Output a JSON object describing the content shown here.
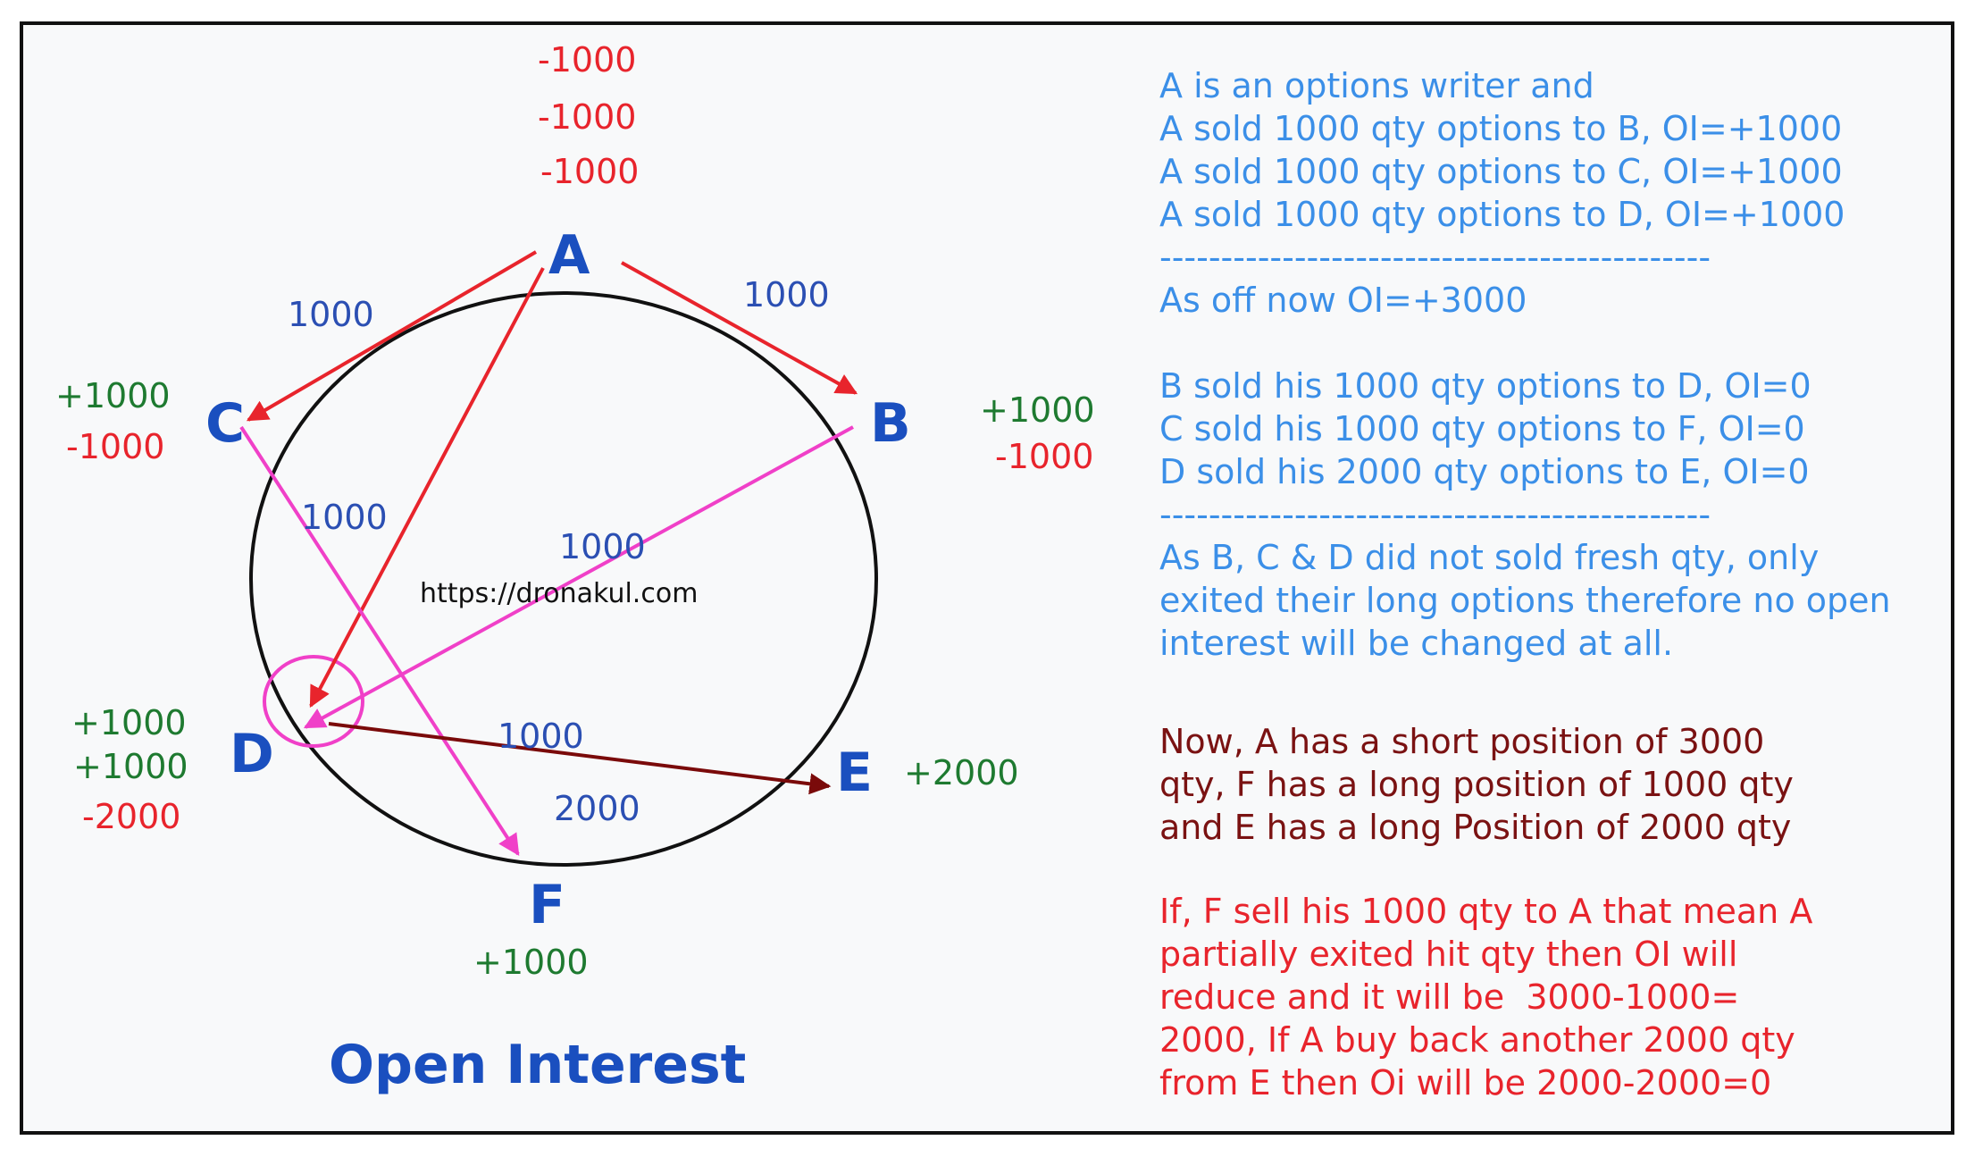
{
  "title": "Open Interest",
  "watermark": "https://dronakul.com",
  "nodes": {
    "A": "A",
    "B": "B",
    "C": "C",
    "D": "D",
    "E": "E",
    "F": "F"
  },
  "node_values": {
    "A": [
      "-1000",
      "-1000",
      "-1000"
    ],
    "B": [
      "+1000",
      "-1000"
    ],
    "C": [
      "+1000",
      "-1000"
    ],
    "D": [
      "+1000",
      "+1000",
      "-2000"
    ],
    "E": [
      "+2000"
    ],
    "F": [
      "+1000"
    ]
  },
  "edges": [
    {
      "from": "A",
      "to": "C",
      "qty": "1000",
      "color": "#e8242c"
    },
    {
      "from": "A",
      "to": "B",
      "qty": "1000",
      "color": "#e8242c"
    },
    {
      "from": "A",
      "to": "D",
      "qty": "1000",
      "color": "#e8242c"
    },
    {
      "from": "B",
      "to": "D",
      "qty": "1000",
      "color": "#f040c8"
    },
    {
      "from": "C",
      "to": "F",
      "qty": "1000",
      "color": "#f040c8"
    },
    {
      "from": "D",
      "to": "E",
      "qty": "2000",
      "color": "#7a0a0a"
    }
  ],
  "notes": {
    "blue": {
      "color": "#3b8fe8",
      "line1": "A is an options writer and",
      "line2": "A sold 1000 qty options to B, OI=+1000",
      "line3": "A sold 1000 qty options to C, OI=+1000",
      "line4": "A sold 1000 qty options to D, OI=+1000",
      "sep1": "---------------------------------------------",
      "line5": "As off now OI=+3000",
      "line6": "B sold his 1000 qty options to D, OI=0",
      "line7": "C sold his 1000 qty options to F, OI=0",
      "line8": "D sold his 2000 qty options to E, OI=0",
      "sep2": "---------------------------------------------",
      "line9": "As B, C & D did not sold fresh qty, only",
      "line10": "exited their long options therefore no open",
      "line11": "interest will be changed at all."
    },
    "maroon": {
      "color": "#7a1212",
      "line1": "Now, A has a short position of 3000",
      "line2": "qty, F has a long position of 1000 qty",
      "line3": "and E has a long Position of 2000 qty"
    },
    "red": {
      "color": "#e8242c",
      "line1": "If, F sell his 1000 qty to A that mean A",
      "line2": "partially exited hit qty then OI will",
      "line3": "reduce and it will be  3000-1000=",
      "line4": "2000, If A buy back another 2000 qty",
      "line5": "from E then Oi will be 2000-2000=0"
    }
  }
}
